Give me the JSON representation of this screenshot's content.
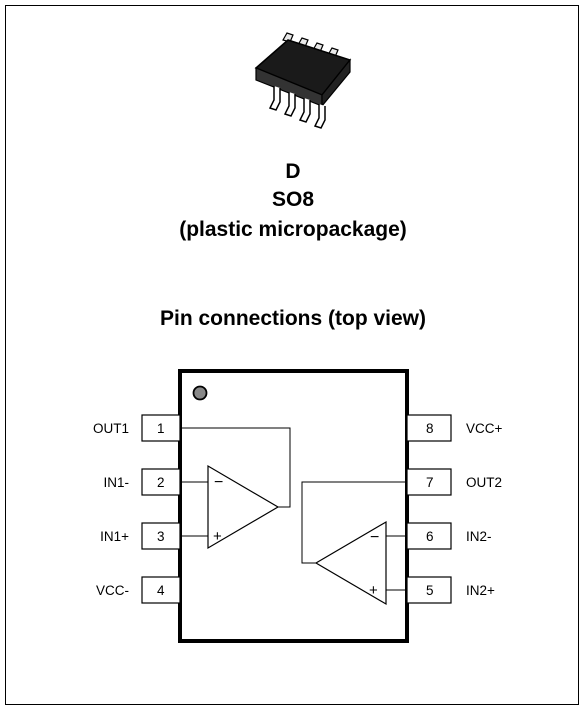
{
  "package": {
    "code": "D",
    "name": "SO8",
    "description": "(plastic micropackage)",
    "photo_icon": "so8-chip-icon"
  },
  "pinout": {
    "heading": "Pin connections (top view)",
    "pins_left": [
      {
        "num": "1",
        "label": "OUT1"
      },
      {
        "num": "2",
        "label": "IN1-"
      },
      {
        "num": "3",
        "label": "IN1+"
      },
      {
        "num": "4",
        "label": "VCC-"
      }
    ],
    "pins_right": [
      {
        "num": "8",
        "label": "VCC+"
      },
      {
        "num": "7",
        "label": "OUT2"
      },
      {
        "num": "6",
        "label": "IN2-"
      },
      {
        "num": "5",
        "label": "IN2+"
      }
    ],
    "opamp_minus": "−",
    "opamp_plus": "+"
  }
}
